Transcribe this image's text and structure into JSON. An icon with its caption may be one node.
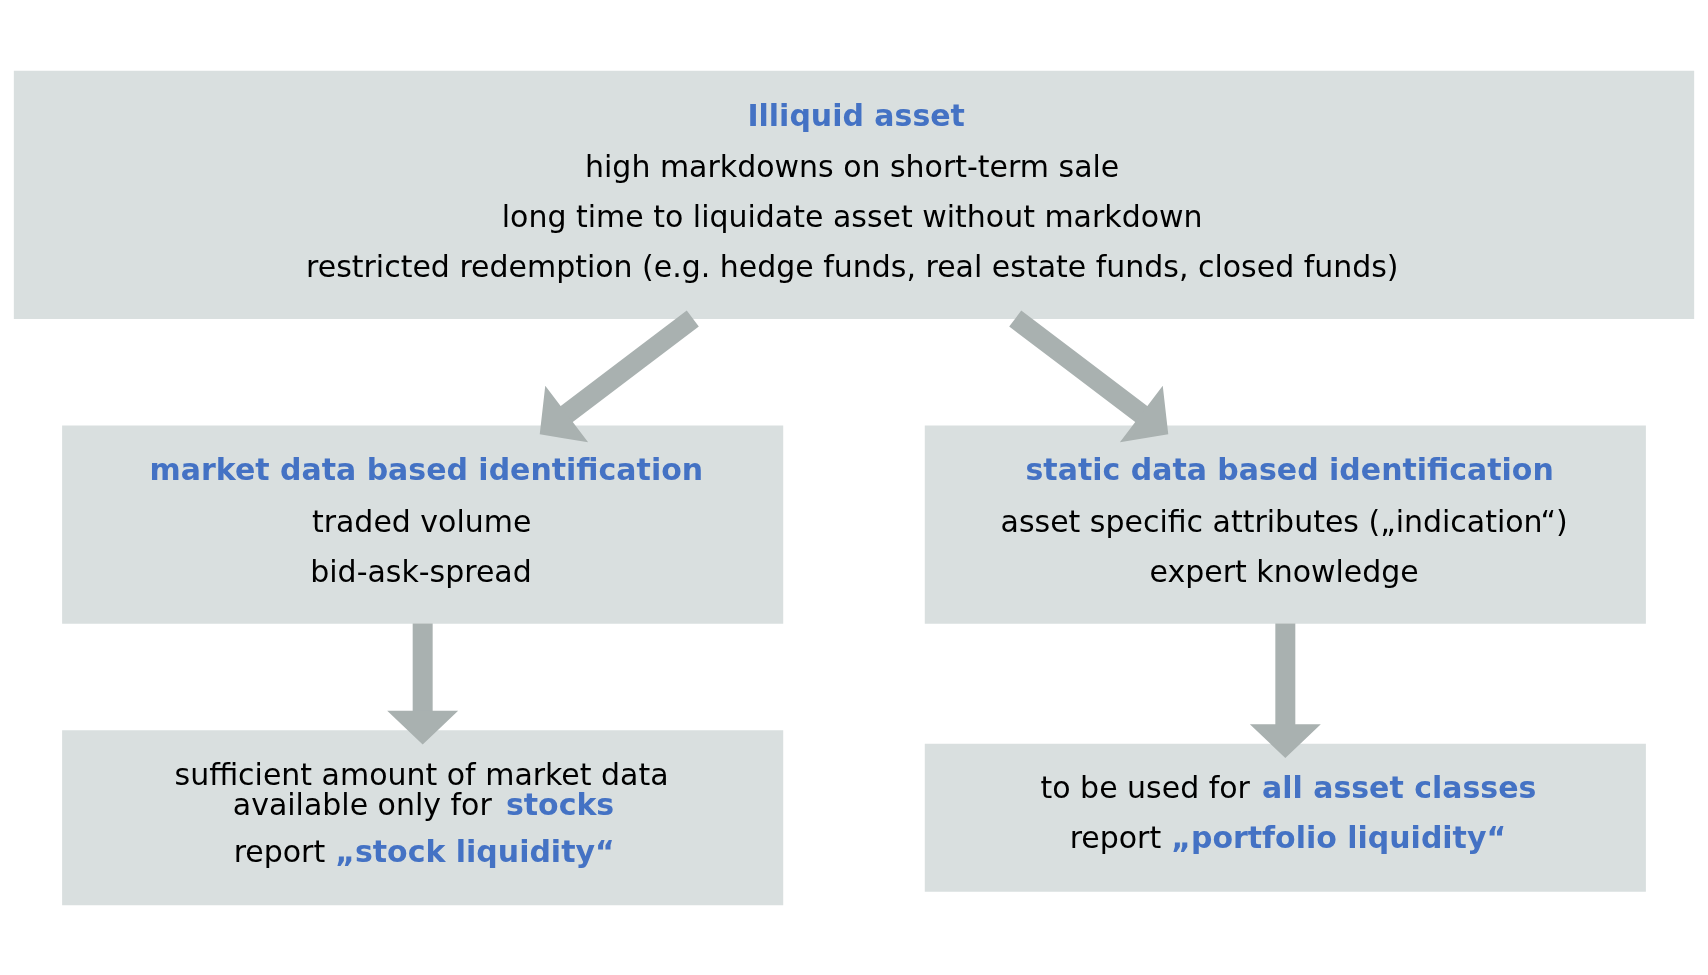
{
  "diagram": {
    "nodes": [
      {
        "text": [
          "Illiquid asset",
          "high markdowns on short-term sale",
          "long time to liquidate asset without markdown",
          "restricted redemption (e.g. hedge funds, real estate funds, closed funds)"
        ]
      },
      {
        "text": [
          "market data based identification",
          "traded volume",
          "bid-ask-spread"
        ]
      },
      {
        "text": [
          "static data based identification",
          "asset specific attributes („indication“)",
          "expert knowledge"
        ]
      },
      {
        "text": [
          "sufficient amount of market data available only for **stocks**",
          "report **„stock liquidity“**"
        ]
      },
      {
        "text": [
          "to be used for **all asset classes**",
          "report **„portfolio liquidity“**"
        ]
      }
    ],
    "edges": [
      {
        "from": 0,
        "to": 1,
        "arrow": "to"
      },
      {
        "from": 0,
        "to": 2,
        "arrow": "to"
      },
      {
        "from": 1,
        "to": 3,
        "arrow": "to"
      },
      {
        "from": 2,
        "to": 4,
        "arrow": "to"
      }
    ]
  }
}
